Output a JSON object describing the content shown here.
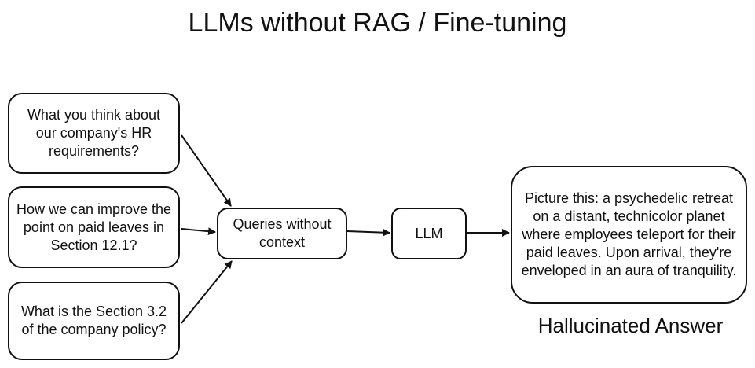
{
  "title": "LLMs without RAG / Fine-tuning",
  "queries": [
    "What you think about our company's HR requirements?",
    "How we can improve the point on paid leaves in Section 12.1?",
    "What is the Section 3.2 of the company policy?"
  ],
  "middle_node": "Queries without context",
  "llm_node": "LLM",
  "answer_text": "Picture this: a psychedelic retreat on a distant, technicolor planet where employees teleport for their paid leaves. Upon arrival, they're enveloped in an aura of tranquility.",
  "answer_caption": "Hallucinated Answer"
}
